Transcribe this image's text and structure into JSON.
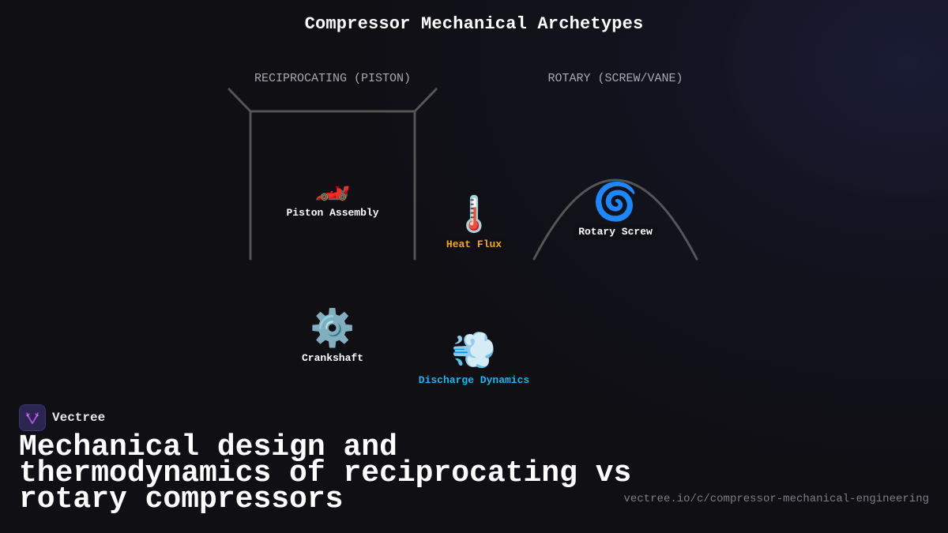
{
  "title": "Compressor Mechanical Archetypes",
  "groups": [
    {
      "label": "RECIPROCATING (PISTON)"
    },
    {
      "label": "ROTARY (SCREW/VANE)"
    }
  ],
  "nodes": [
    {
      "id": "piston",
      "icon": "racing-car-icon",
      "glyph": "🏎️",
      "label": "Piston Assembly",
      "color": "#ffffff"
    },
    {
      "id": "heat",
      "icon": "thermometer-icon",
      "glyph": "🌡️",
      "label": "Heat Flux",
      "color": "#f5a623"
    },
    {
      "id": "rotary",
      "icon": "cyclone-icon",
      "glyph": "🌀",
      "label": "Rotary Screw",
      "color": "#ffffff"
    },
    {
      "id": "crank",
      "icon": "gear-icon",
      "glyph": "⚙️",
      "label": "Crankshaft",
      "color": "#ffffff"
    },
    {
      "id": "discharge",
      "icon": "dash-air-icon",
      "glyph": "💨",
      "label": "Discharge Dynamics",
      "color": "#1fb6ef"
    }
  ],
  "colors": {
    "background": "#0f0f14",
    "line": "#555555",
    "heat": "#f5a623",
    "discharge": "#1fb6ef",
    "brand_logo_bg": "#2a2650",
    "brand_logo_glyph": "#b04fe0"
  },
  "brand": {
    "name": "Vectree"
  },
  "headline": "Mechanical design and thermodynamics of reciprocating vs rotary compressors",
  "url": "vectree.io/c/compressor-mechanical-engineering"
}
